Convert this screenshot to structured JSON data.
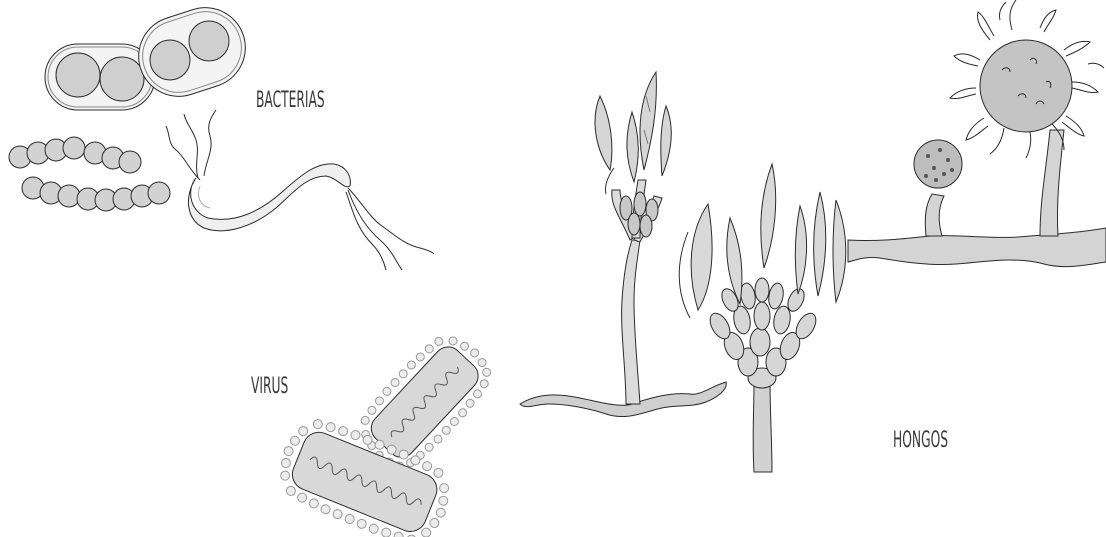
{
  "labels": {
    "bacterias": "BACTERIAS",
    "virus": "VIRUS",
    "hongos": "HONGOS"
  },
  "colors": {
    "outline": "#2b2b2b",
    "fill_light": "#ededed",
    "fill_mid": "#cfcfcf",
    "fill_dark": "#bdbdbd",
    "background": "#ffffff"
  }
}
